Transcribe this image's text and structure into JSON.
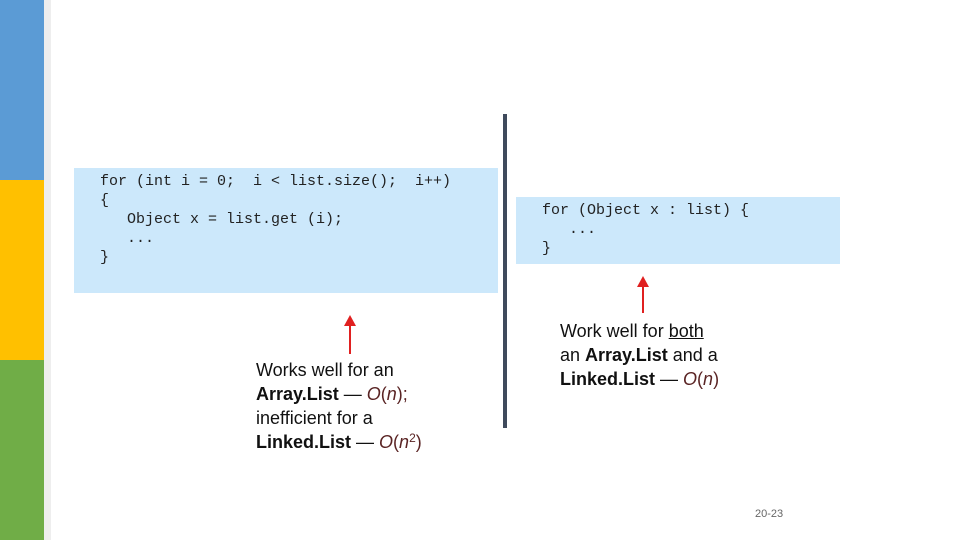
{
  "colors": {
    "bar_blue": "#5b9bd5",
    "bar_yellow": "#ffc000",
    "bar_green": "#70ad47",
    "code_bg": "#cce8fb",
    "arrow": "#e02020"
  },
  "left_code": {
    "line1": "for (int i = 0;  i < list.size();  i++)",
    "line2": "{",
    "line3": "   Object x = list.get (i);",
    "line4": "   ...",
    "line5": "}"
  },
  "right_code": {
    "line1": "for (Object x : list) {",
    "line2": "   ...",
    "line3": "}"
  },
  "left_note": {
    "l1": "Works well for an",
    "l2_bold": "Array.List",
    "l2_dash": " — ",
    "l2_o": "O",
    "l2_paren_open": "(",
    "l2_n": "n",
    "l2_paren_close": ");",
    "l3": "inefficient for a",
    "l4_bold": "Linked.List",
    "l4_dash": " — ",
    "l4_o": "O",
    "l4_paren_open": "(",
    "l4_n": "n",
    "l4_sup": "2",
    "l4_paren_close": ")"
  },
  "right_note": {
    "l1_text": "Work well for ",
    "l1_underline": "both",
    "l2_an": "an ",
    "l2_bold": "Array.List",
    "l2_and": " and a",
    "l3_bold": "Linked.List",
    "l3_dash": " — ",
    "l3_o": "O",
    "l3_paren_open": "(",
    "l3_n": "n",
    "l3_paren_close": ")"
  },
  "page_number": "20-23"
}
